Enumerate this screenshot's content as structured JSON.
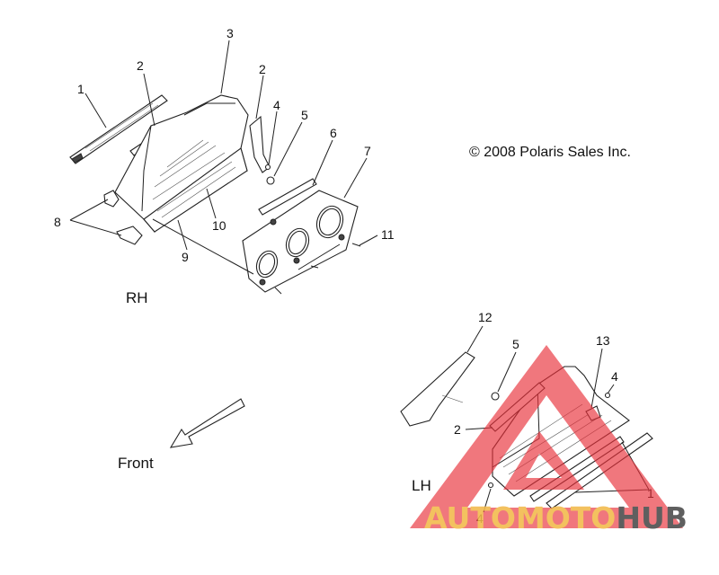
{
  "copyright": "© 2008 Polaris Sales Inc.",
  "views": {
    "rh": "RH",
    "lh": "LH"
  },
  "direction": "Front",
  "callouts": {
    "rh": [
      "1",
      "2",
      "3",
      "2",
      "4",
      "5",
      "6",
      "7",
      "8",
      "9",
      "10",
      "11"
    ],
    "lh": [
      "12",
      "5",
      "13",
      "4",
      "2",
      "1",
      "4"
    ]
  },
  "watermark": {
    "part1": "AUTOMOTO",
    "part2": "HUB",
    "colors": {
      "accent": "#f2b94a",
      "dark": "#4a4a4a",
      "triangle": "#e8303a"
    }
  }
}
